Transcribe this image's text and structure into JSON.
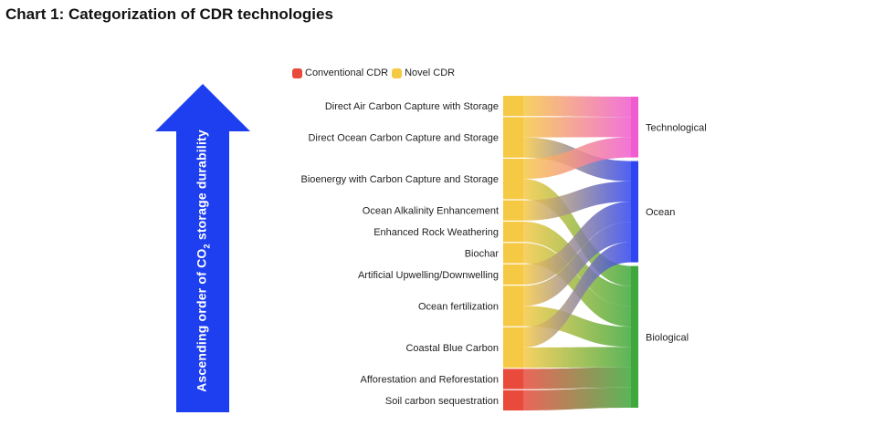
{
  "page": {
    "title": "Chart 1: Categorization of CDR technologies"
  },
  "arrow": {
    "label_pre": "Ascending order of CO",
    "label_sub": "2",
    "label_post": " storage durability",
    "color": "#1e3ff0"
  },
  "chart_data": {
    "type": "sankey",
    "title": "Chart 1: Categorization of CDR technologies",
    "legend": [
      {
        "name": "Conventional CDR",
        "color": "#e84a3c"
      },
      {
        "name": "Novel CDR",
        "color": "#f6c945"
      }
    ],
    "legend_placement": "top",
    "sources": [
      {
        "name": "Direct Air Carbon Capture with Storage",
        "category": "Novel CDR",
        "color": "#f6c945"
      },
      {
        "name": "Direct Ocean Carbon Capture and Storage",
        "category": "Novel CDR",
        "color": "#f6c945"
      },
      {
        "name": "Bioenergy with Carbon Capture and Storage",
        "category": "Novel CDR",
        "color": "#f6c945"
      },
      {
        "name": "Ocean Alkalinity Enhancement",
        "category": "Novel CDR",
        "color": "#f6c945"
      },
      {
        "name": "Enhanced Rock Weathering",
        "category": "Novel CDR",
        "color": "#f6c945"
      },
      {
        "name": "Biochar",
        "category": "Novel CDR",
        "color": "#f6c945"
      },
      {
        "name": "Artificial Upwelling/Downwelling",
        "category": "Novel CDR",
        "color": "#f6c945"
      },
      {
        "name": "Ocean fertilization",
        "category": "Novel CDR",
        "color": "#f6c945"
      },
      {
        "name": "Coastal Blue Carbon",
        "category": "Novel CDR",
        "color": "#f6c945"
      },
      {
        "name": "Afforestation and Reforestation",
        "category": "Conventional CDR",
        "color": "#e84a3c"
      },
      {
        "name": "Soil carbon sequestration",
        "category": "Conventional CDR",
        "color": "#e84a3c"
      }
    ],
    "targets": [
      {
        "name": "Technological",
        "color": "#f05bd0"
      },
      {
        "name": "Ocean",
        "color": "#2f45f0"
      },
      {
        "name": "Biological",
        "color": "#3ea83c"
      }
    ],
    "links": [
      {
        "source": "Direct Air Carbon Capture with Storage",
        "target": "Technological",
        "value": 1
      },
      {
        "source": "Direct Ocean Carbon Capture and Storage",
        "target": "Technological",
        "value": 1
      },
      {
        "source": "Direct Ocean Carbon Capture and Storage",
        "target": "Ocean",
        "value": 1
      },
      {
        "source": "Bioenergy with Carbon Capture and Storage",
        "target": "Technological",
        "value": 1
      },
      {
        "source": "Bioenergy with Carbon Capture and Storage",
        "target": "Biological",
        "value": 1
      },
      {
        "source": "Ocean Alkalinity Enhancement",
        "target": "Ocean",
        "value": 1
      },
      {
        "source": "Enhanced Rock Weathering",
        "target": "Biological",
        "value": 1
      },
      {
        "source": "Biochar",
        "target": "Biological",
        "value": 1
      },
      {
        "source": "Artificial Upwelling/Downwelling",
        "target": "Ocean",
        "value": 1
      },
      {
        "source": "Ocean fertilization",
        "target": "Ocean",
        "value": 1
      },
      {
        "source": "Ocean fertilization",
        "target": "Biological",
        "value": 1
      },
      {
        "source": "Coastal Blue Carbon",
        "target": "Ocean",
        "value": 1
      },
      {
        "source": "Coastal Blue Carbon",
        "target": "Biological",
        "value": 1
      },
      {
        "source": "Afforestation and Reforestation",
        "target": "Biological",
        "value": 1
      },
      {
        "source": "Soil carbon sequestration",
        "target": "Biological",
        "value": 1
      }
    ]
  }
}
